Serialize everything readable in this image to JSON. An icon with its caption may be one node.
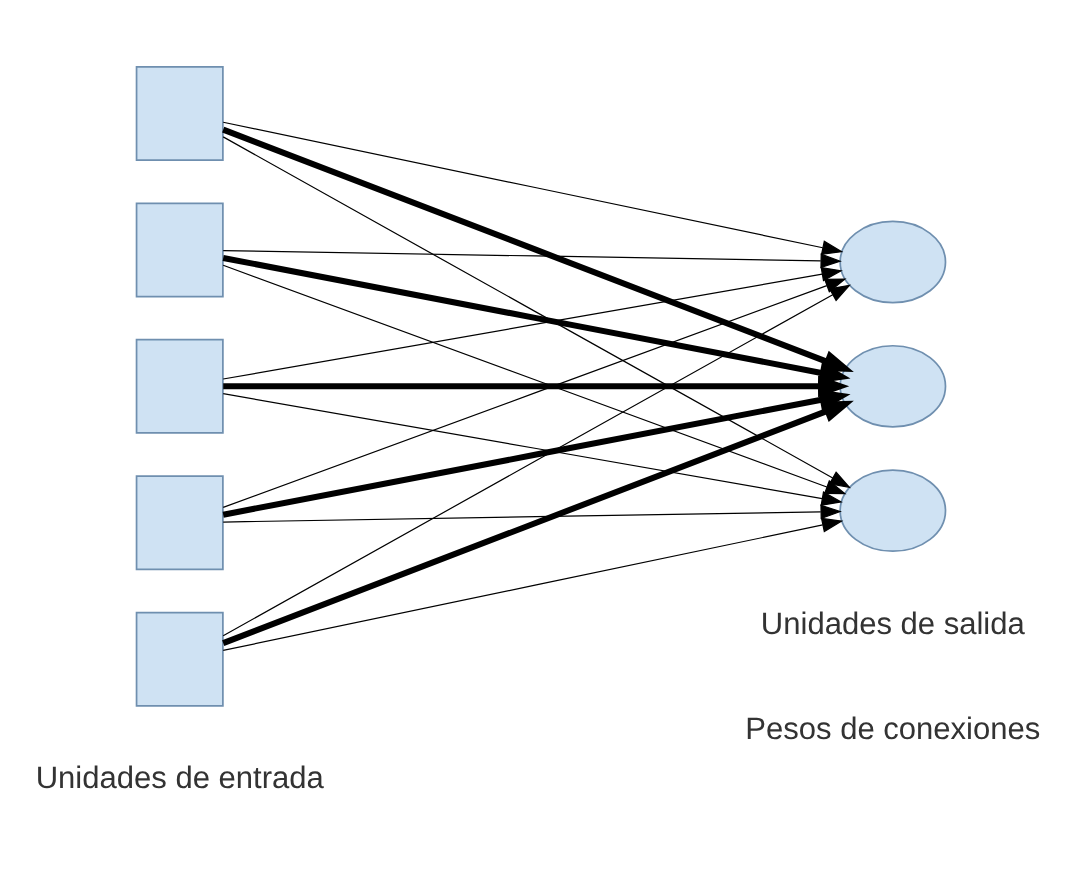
{
  "diagram": {
    "nodes": [
      {
        "text": [],
        "shape": "box"
      },
      {
        "text": [],
        "shape": "box"
      },
      {
        "text": [],
        "shape": "box"
      },
      {
        "text": [],
        "shape": "box"
      },
      {
        "text": [],
        "shape": "box"
      },
      {
        "text": [],
        "shape": "ellipse"
      },
      {
        "text": [],
        "shape": "ellipse"
      },
      {
        "text": [],
        "shape": "ellipse"
      }
    ],
    "edges": [
      {
        "from": 0,
        "to": 5,
        "arrow": "to"
      },
      {
        "from": 0,
        "to": 6,
        "arrow": "to",
        "style": "thick"
      },
      {
        "from": 0,
        "to": 7,
        "arrow": "to"
      },
      {
        "from": 1,
        "to": 5,
        "arrow": "to"
      },
      {
        "from": 1,
        "to": 6,
        "arrow": "to",
        "style": "thick"
      },
      {
        "from": 1,
        "to": 7,
        "arrow": "to"
      },
      {
        "from": 2,
        "to": 5,
        "arrow": "to"
      },
      {
        "from": 2,
        "to": 6,
        "arrow": "to",
        "style": "thick"
      },
      {
        "from": 2,
        "to": 7,
        "arrow": "to"
      },
      {
        "from": 3,
        "to": 5,
        "arrow": "to"
      },
      {
        "from": 3,
        "to": 6,
        "arrow": "to",
        "style": "thick"
      },
      {
        "from": 3,
        "to": 7,
        "arrow": "to"
      },
      {
        "from": 4,
        "to": 5,
        "arrow": "to"
      },
      {
        "from": 4,
        "to": 6,
        "arrow": "to",
        "style": "thick"
      },
      {
        "from": 4,
        "to": 7,
        "arrow": "to"
      }
    ],
    "labels": [
      "Pesos de conexiones",
      "Unidades de entrada",
      "Unidades de salida"
    ]
  }
}
